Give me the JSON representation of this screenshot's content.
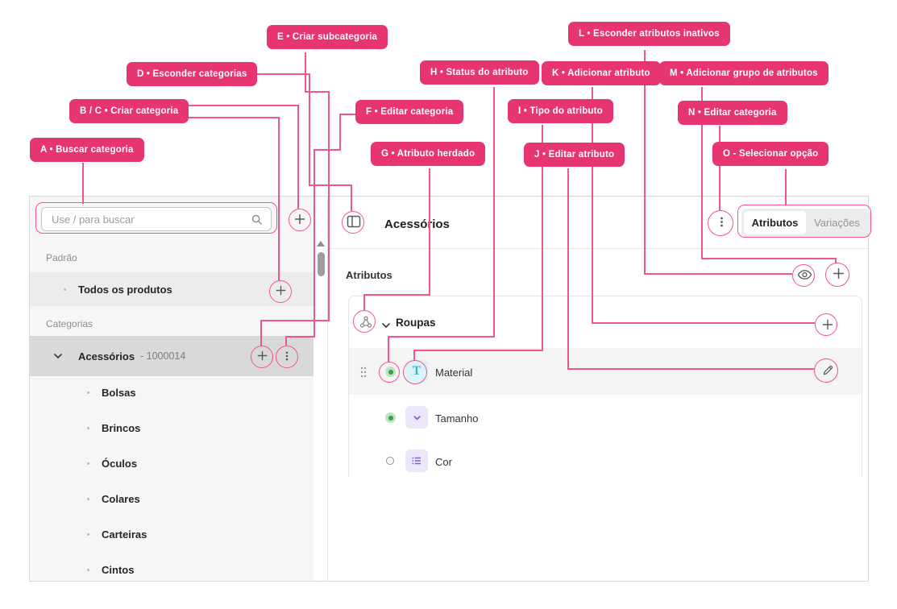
{
  "annotations": {
    "a": {
      "label": "A • Buscar categoria"
    },
    "bc": {
      "label": "B / C • Criar categoria"
    },
    "d": {
      "label": "D • Esconder categorias"
    },
    "e": {
      "label": "E • Criar subcategoria"
    },
    "f": {
      "label": "F • Editar categoria"
    },
    "g": {
      "label": "G • Atributo herdado"
    },
    "h": {
      "label": "H • Status do atributo"
    },
    "i": {
      "label": "I • Tipo do atributo"
    },
    "j": {
      "label": "J • Editar atributo"
    },
    "k": {
      "label": "K • Adicionar atributo"
    },
    "l": {
      "label": "L • Esconder atributos inativos"
    },
    "m": {
      "label": "M • Adicionar grupo de atributos"
    },
    "n": {
      "label": "N • Editar categoria"
    },
    "o": {
      "label": "O - Selecionar opção"
    }
  },
  "sidebar": {
    "search_placeholder": "Use / para buscar",
    "section_default": "Padrão",
    "default_item": "Todos os produtos",
    "section_categories": "Categorias",
    "selected_category": {
      "name": "Acessórios",
      "code": "- 1000014"
    },
    "items": [
      "Bolsas",
      "Brincos",
      "Óculos",
      "Colares",
      "Carteiras",
      "Cintos"
    ]
  },
  "main": {
    "title": "Acessórios",
    "tabs": {
      "active": "Atributos",
      "inactive": "Variações"
    },
    "section_title": "Atributos",
    "group": {
      "name": "Roupas"
    },
    "rows": [
      {
        "label": "Material",
        "type_letter": "T",
        "type": "text",
        "status": "active"
      },
      {
        "label": "Tamanho",
        "type": "select",
        "status": "active"
      },
      {
        "label": "Cor",
        "type": "multiselect",
        "status": "inactive"
      }
    ]
  },
  "colors": {
    "badge_pink": "#e73570",
    "connector_pink": "#f0558c",
    "active_green": "#3e9b44",
    "type_blue": "#35b3d4",
    "type_purple": "#7e5bd0"
  }
}
